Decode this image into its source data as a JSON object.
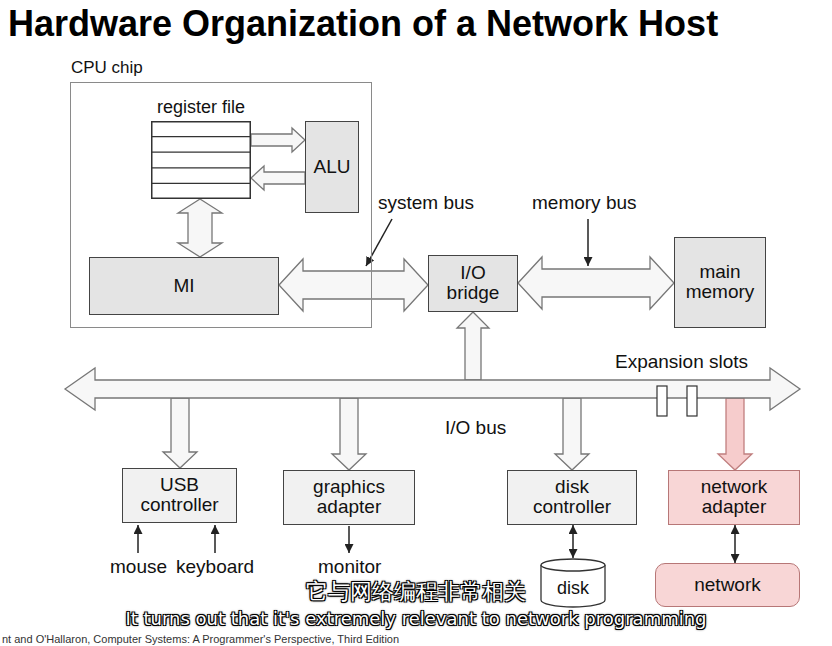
{
  "diagram": {
    "title": "Hardware Organization of a Network Host",
    "nodes": [
      {
        "text": [
          "CPU chip"
        ]
      },
      {
        "text": [
          "register file"
        ],
        "in": 0
      },
      {
        "text": [
          "ALU"
        ],
        "in": 0
      },
      {
        "text": [
          "MI"
        ],
        "in": 0
      },
      {
        "text": [
          "I/O bridge"
        ]
      },
      {
        "text": [
          "main memory"
        ]
      },
      {
        "text": [
          "I/O bus"
        ]
      },
      {
        "text": [
          "USB controller"
        ]
      },
      {
        "text": [
          "graphics adapter"
        ]
      },
      {
        "text": [
          "disk controller"
        ]
      },
      {
        "text": [
          "network adapter"
        ]
      },
      {
        "text": [
          "disk"
        ]
      },
      {
        "text": [
          "network"
        ]
      }
    ],
    "edges": [
      {
        "from": 1,
        "to": 2,
        "arrow": "to"
      },
      {
        "from": 2,
        "to": 1,
        "arrow": "to"
      },
      {
        "from": 1,
        "to": 3,
        "arrow": "both"
      },
      {
        "from": 3,
        "to": 4,
        "arrow": "both"
      },
      {
        "from": 4,
        "to": 5,
        "arrow": "both"
      },
      {
        "from": 6,
        "to": 4,
        "arrow": "to"
      },
      {
        "from": 6,
        "to": 7,
        "arrow": "to"
      },
      {
        "from": 6,
        "to": 8,
        "arrow": "to"
      },
      {
        "from": 6,
        "to": 9,
        "arrow": "to"
      },
      {
        "from": 6,
        "to": 10,
        "arrow": "to"
      },
      {
        "from": 9,
        "to": 11,
        "arrow": "both"
      },
      {
        "from": 10,
        "to": 12,
        "arrow": "both"
      }
    ],
    "labels": [
      "system bus",
      "memory bus",
      "Expansion slots",
      "mouse",
      "keyboard",
      "monitor",
      "它与网络编程非常相关",
      "It turns out that it's extremely relevant to network programming",
      "nt and O'Hallaron, Computer Systems: A Programmer's Perspective, Third Edition"
    ]
  }
}
